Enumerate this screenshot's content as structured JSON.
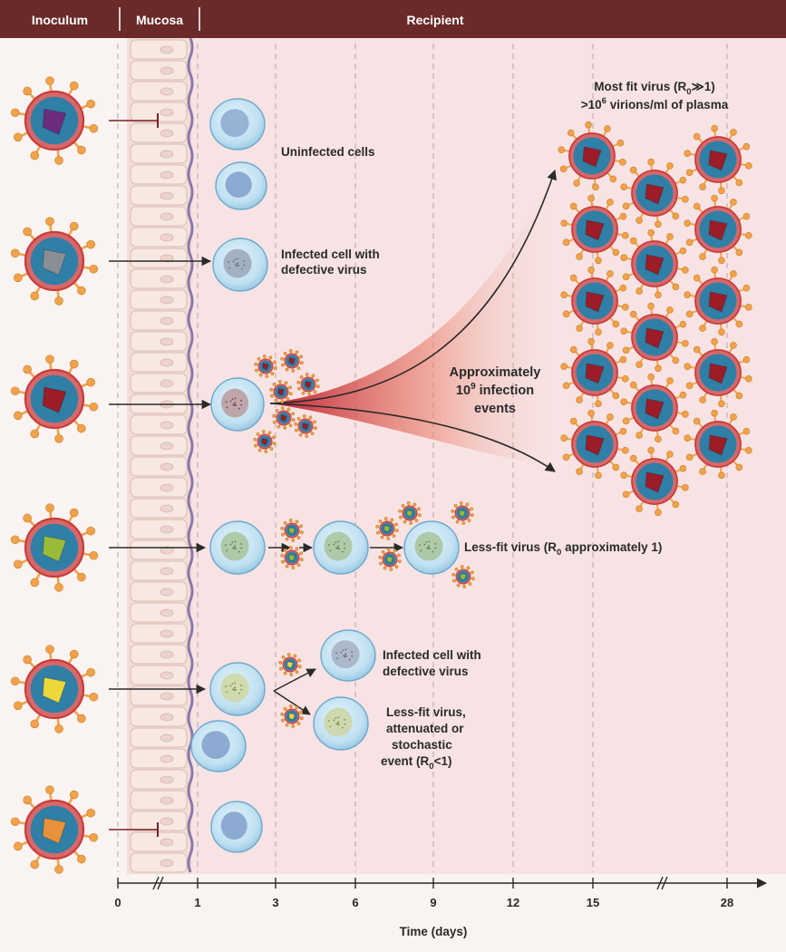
{
  "header": {
    "inoculum": "Inoculum",
    "mucosa": "Mucosa",
    "recipient": "Recipient"
  },
  "labels": {
    "uninfected": "Uninfected cells",
    "defective1_line1": "Infected cell with",
    "defective1_line2": "defective virus",
    "burst_line1": "Approximately",
    "burst_line2_pre": "10",
    "burst_line2_sup": "9",
    "burst_line2_post": " infection",
    "burst_line3": "events",
    "fit_line1_pre": "Most fit virus (R",
    "fit_line1_sub": "0",
    "fit_line1_post": "≫1)",
    "fit_line2_pre": ">10",
    "fit_line2_sup": "6",
    "fit_line2_post": " virions/ml of plasma",
    "lessfit_pre": "Less-fit virus (R",
    "lessfit_sub": "0",
    "lessfit_post": " approximately 1)",
    "defective2_line1": "Infected cell with",
    "defective2_line2": "defective virus",
    "atten_line1": "Less-fit virus,",
    "atten_line2": "attenuated or",
    "atten_line3": "stochastic",
    "atten_line4_pre": "event (R",
    "atten_line4_sub": "0",
    "atten_line4_post": "<1)"
  },
  "axis": {
    "title": "Time (days)",
    "ticks": [
      "0",
      "1",
      "3",
      "6",
      "9",
      "12",
      "15",
      "28"
    ]
  },
  "colors": {
    "header_bg": "#6b2a2a",
    "recipient_bg": "#f7e3e3",
    "virus_capsid": "#2f7fa6",
    "virus_envelope": "#c93b3b",
    "spike": "#f1a24a",
    "core_purple": "#6c2d7e",
    "core_gray": "#8a8f95",
    "core_red": "#9c1c28",
    "core_green": "#9abb3a",
    "core_yellow": "#ecd83a",
    "core_orange": "#e7923a"
  }
}
